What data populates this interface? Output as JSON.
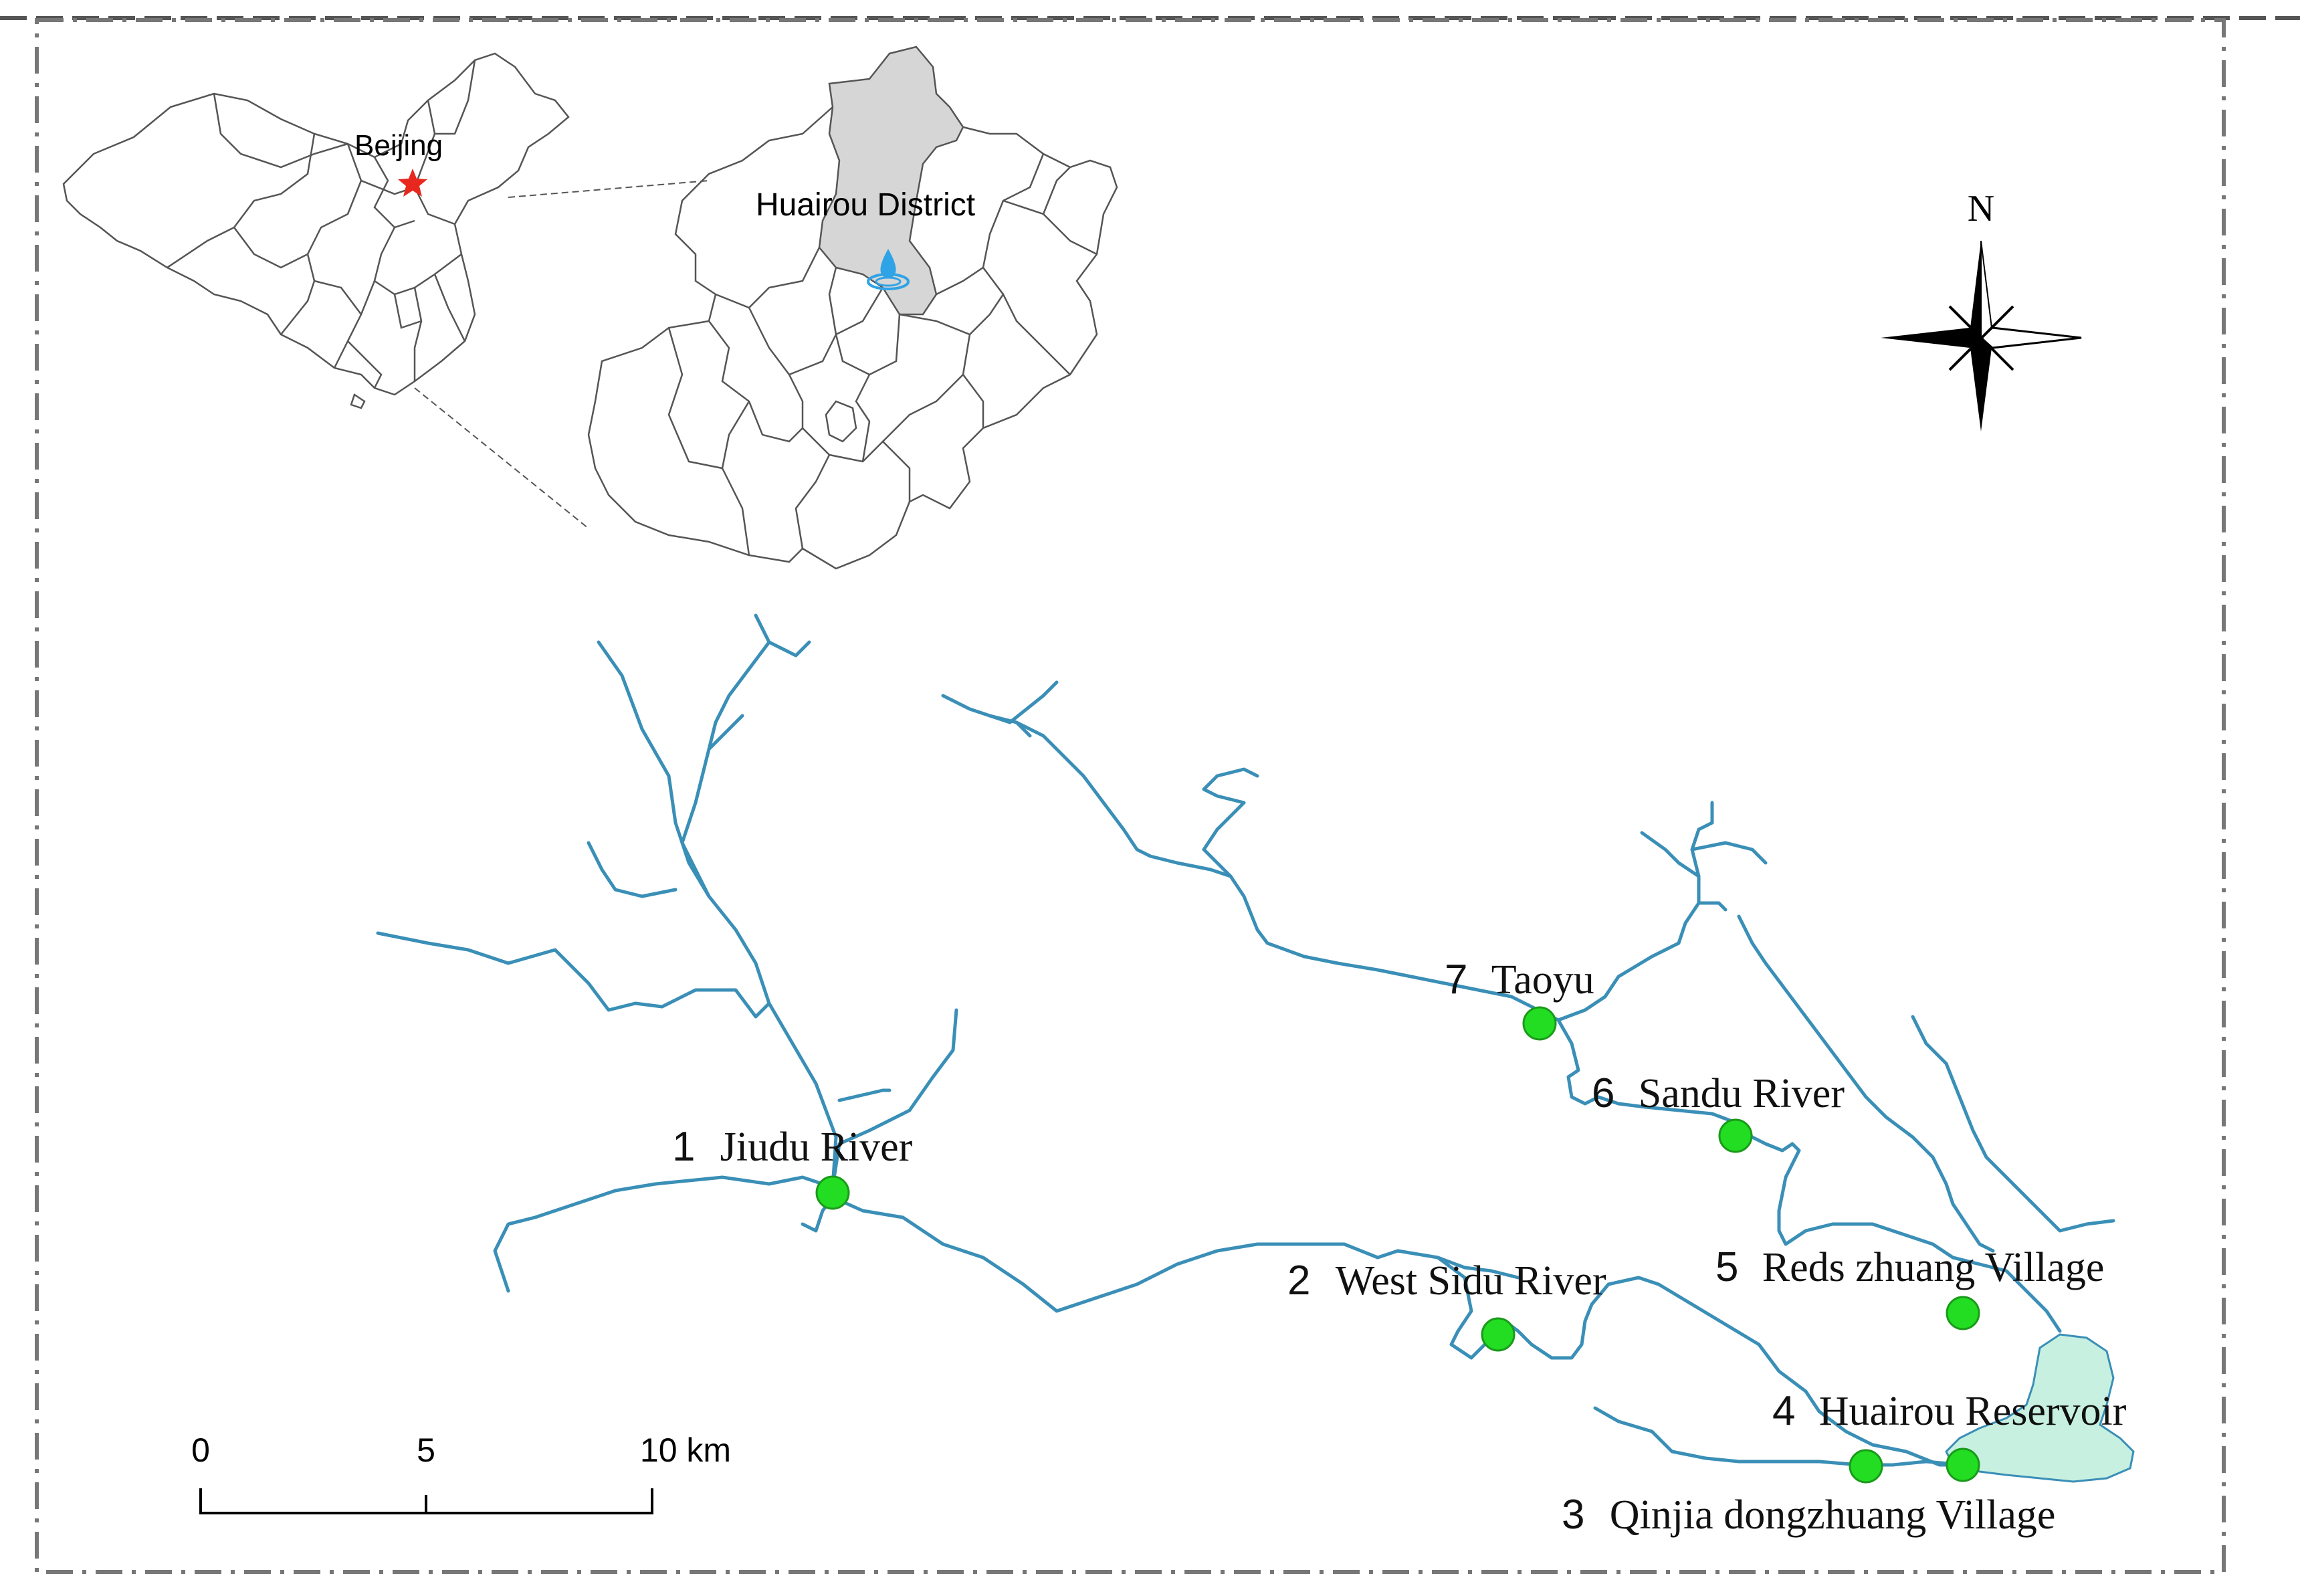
{
  "inset": {
    "beijing_label": "Beijing",
    "district_label": "Huairou District"
  },
  "north_arrow": {
    "label": "N"
  },
  "sites": [
    {
      "number": "1",
      "name": "Jiudu River"
    },
    {
      "number": "2",
      "name": "West Sidu River"
    },
    {
      "number": "3",
      "name": "Qinjia dongzhuang Village"
    },
    {
      "number": "4",
      "name": "Huairou Reservoir"
    },
    {
      "number": "5",
      "name": "Reds zhuang Village"
    },
    {
      "number": "6",
      "name": "Sandu River"
    },
    {
      "number": "7",
      "name": "Taoyu"
    }
  ],
  "scale_bar": {
    "ticks": [
      "0",
      "5",
      "10 km"
    ]
  },
  "colors": {
    "river": "#3a8fb7",
    "site_marker": "#22dd22",
    "reservoir": "#c8f0e0",
    "district_fill": "#d6d6d6",
    "star": "#e8281e",
    "water_icon": "#2ea3e6",
    "frame": "#666666"
  }
}
